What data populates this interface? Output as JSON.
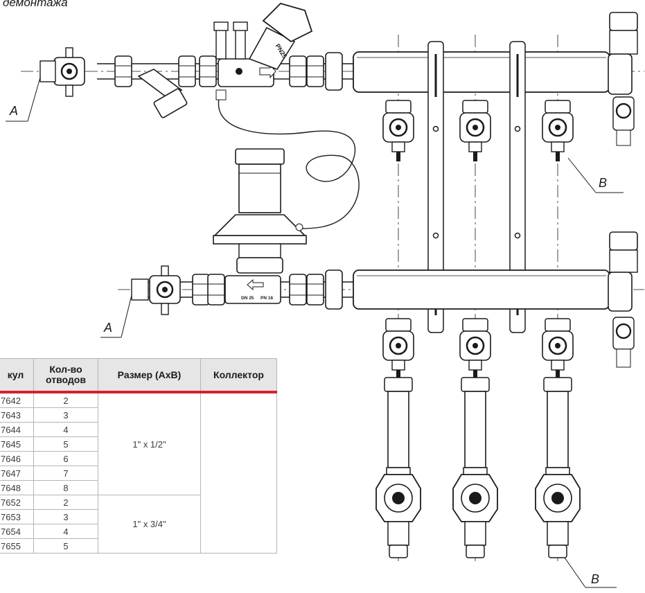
{
  "heading": "демонтажа",
  "callouts": {
    "a1": "A",
    "a2": "A",
    "b1": "B",
    "b2": "B"
  },
  "valve_markings": {
    "pn": "PN25",
    "dn": "DN 25",
    "pn16": "PN 16"
  },
  "table": {
    "headers": {
      "article": "кул",
      "outlets": "Кол-во отводов",
      "size": "Размер (АхВ)",
      "collector": "Коллектор"
    },
    "rows": [
      {
        "article": "7642",
        "outlets": "2"
      },
      {
        "article": "7643",
        "outlets": "3"
      },
      {
        "article": "7644",
        "outlets": "4"
      },
      {
        "article": "7645",
        "outlets": "5"
      },
      {
        "article": "7646",
        "outlets": "6"
      },
      {
        "article": "7647",
        "outlets": "7"
      },
      {
        "article": "7648",
        "outlets": "8"
      },
      {
        "article": "7652",
        "outlets": "2"
      },
      {
        "article": "7653",
        "outlets": "3"
      },
      {
        "article": "7654",
        "outlets": "4"
      },
      {
        "article": "7655",
        "outlets": "5"
      }
    ],
    "sizes": [
      "1\" x 1/2\"",
      "1\" x 3/4\""
    ]
  },
  "colors": {
    "accent_red": "#d2232a",
    "header_gray": "#e6e6e6",
    "line": "#1a1a1a"
  }
}
